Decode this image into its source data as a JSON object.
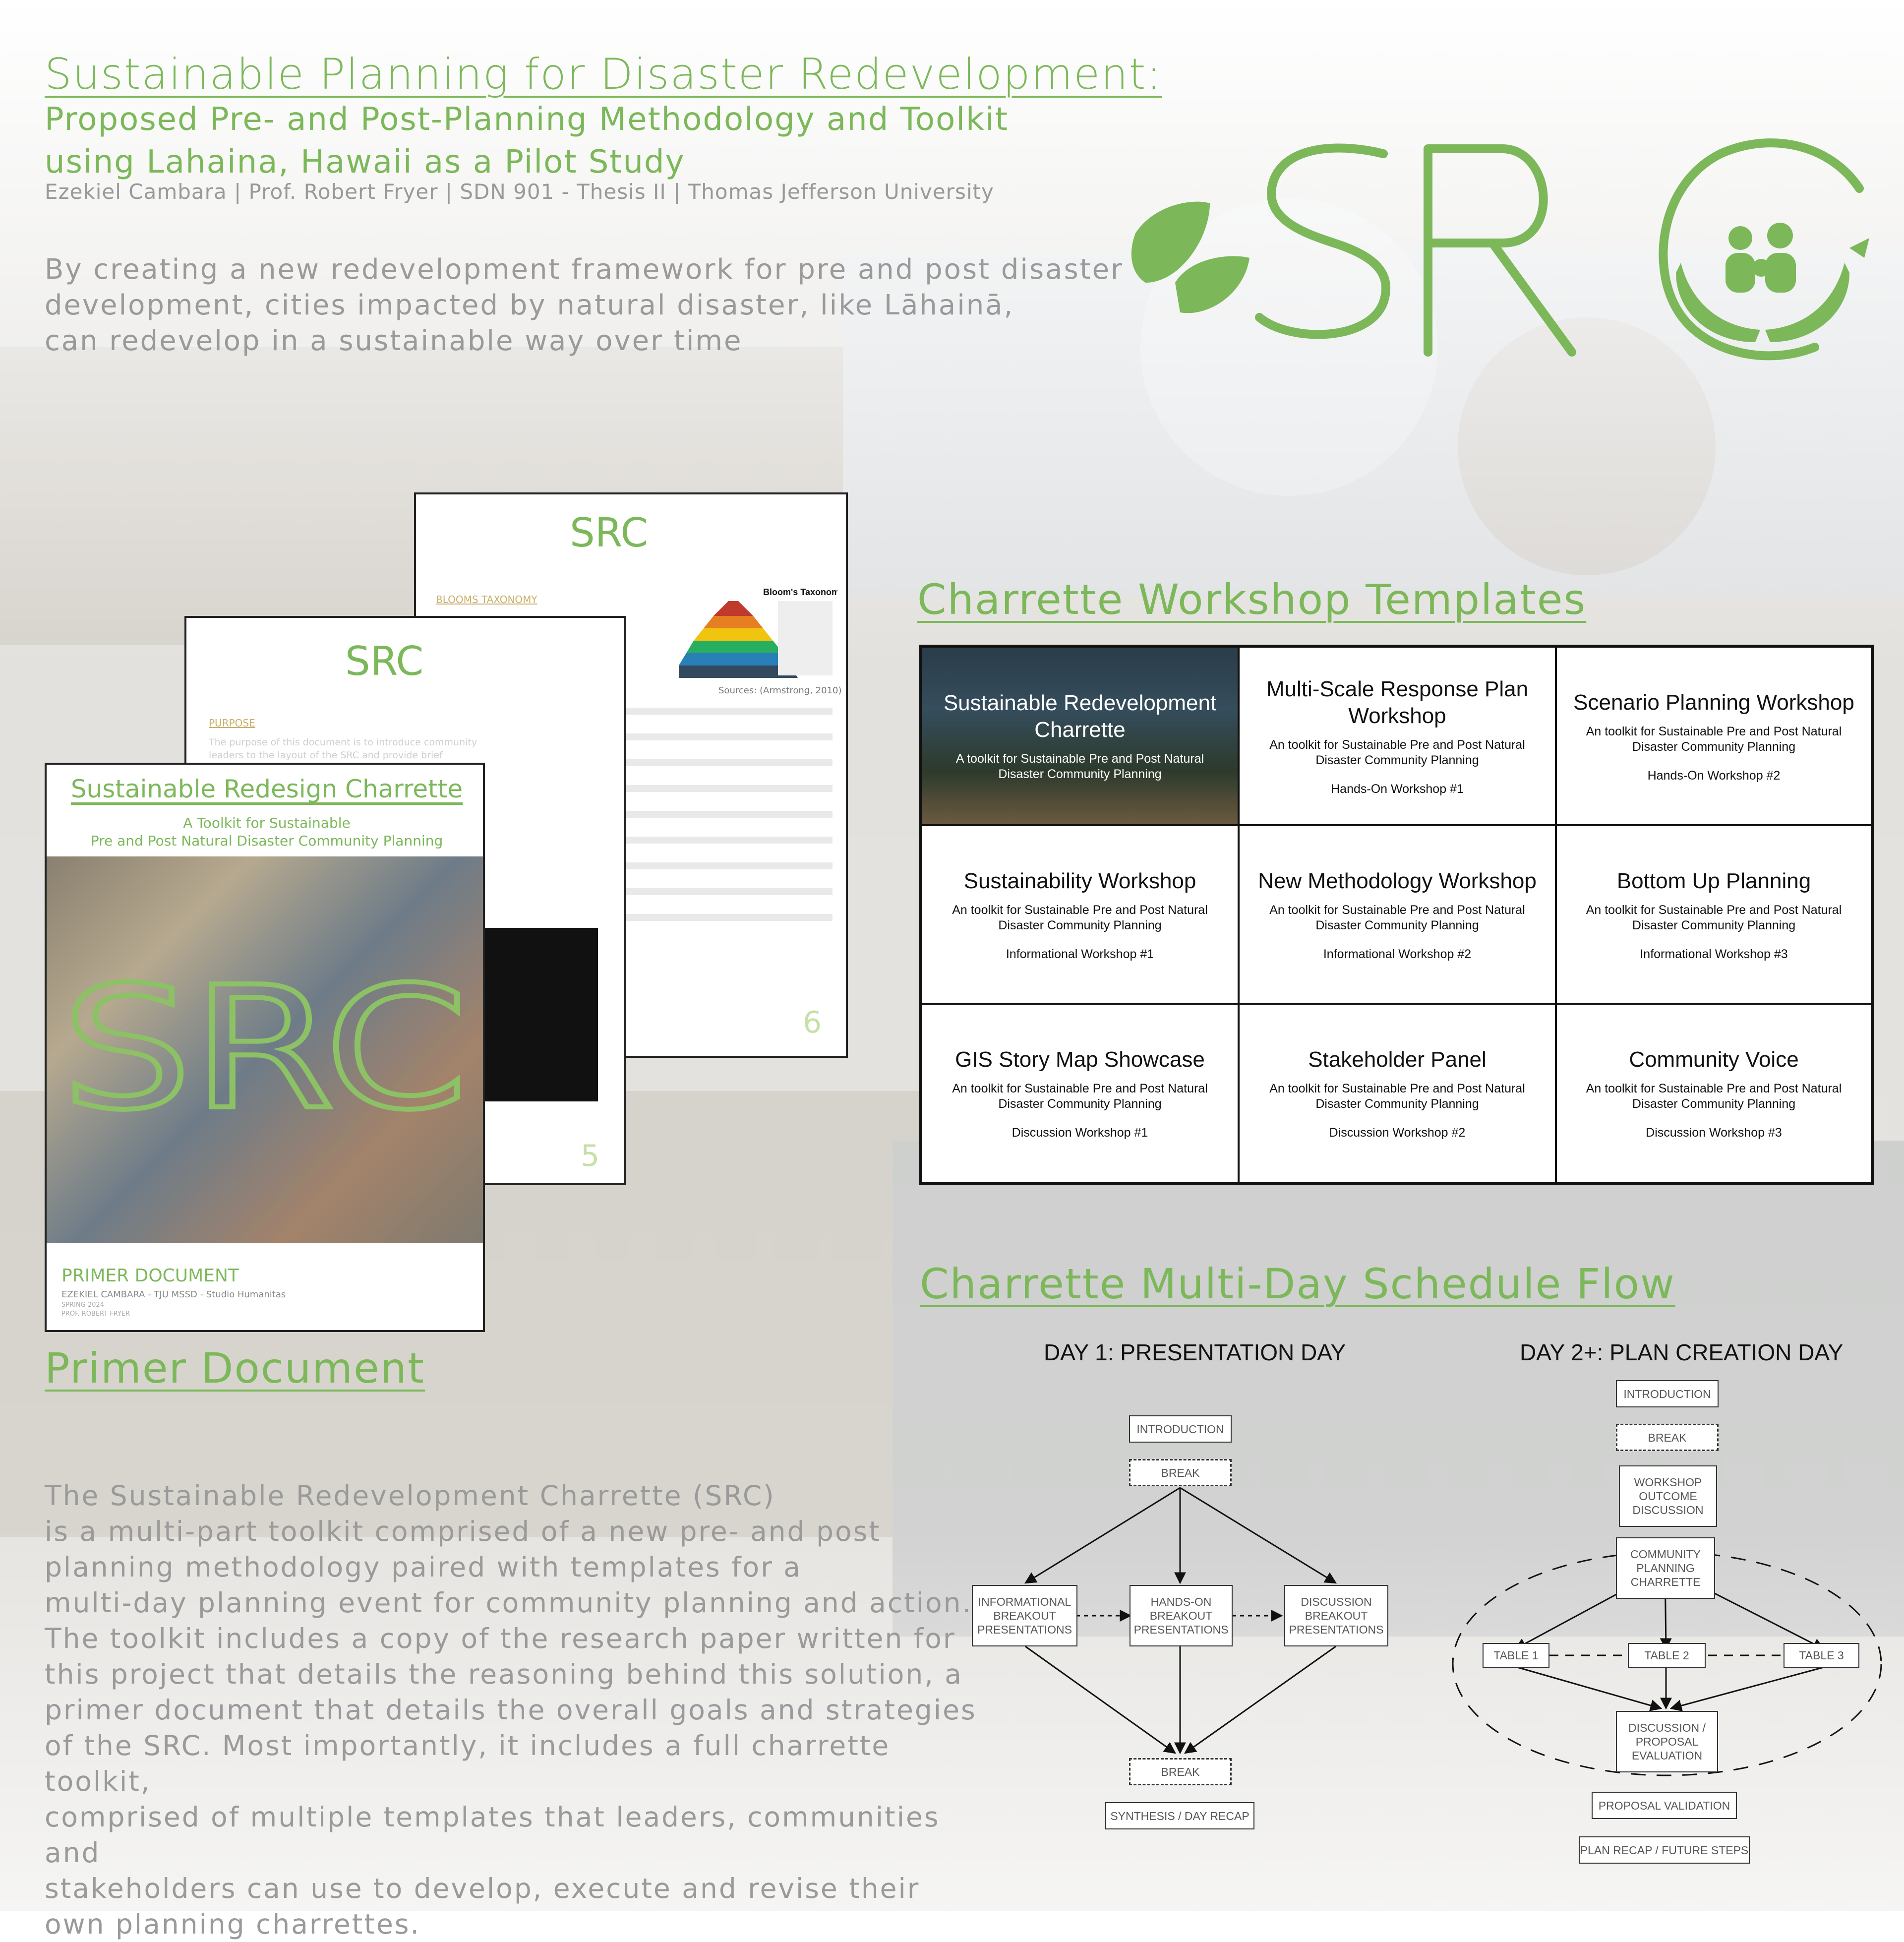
{
  "header": {
    "title": "Sustainable Planning for Disaster Redevelopment:",
    "subtitle_line1": "Proposed Pre- and Post-Planning Methodology and Toolkit",
    "subtitle_line2": "using Lahaina, Hawaii as a Pilot Study",
    "byline": "Ezekiel Cambara | Prof. Robert Fryer | SDN 901 - Thesis II | Thomas Jefferson University"
  },
  "intro": {
    "line1": "By creating a new redevelopment framework for pre and post disaster",
    "line2": "development, cities impacted by natural disaster, like Lāhainā,",
    "line3": "can redevelop in a sustainable way over time"
  },
  "logo": {
    "text": "SRC",
    "accent": "#7cb85a"
  },
  "templates": {
    "heading": "Charrette Workshop Templates",
    "cells": [
      {
        "title": "Sustainable Redevelopment Charrette",
        "sub": "A toolkit for Sustainable Pre and Post Natural Disaster Community Planning",
        "label": ""
      },
      {
        "title": "Multi-Scale Response Plan Workshop",
        "sub": "An toolkit for Sustainable Pre and Post Natural Disaster Community Planning",
        "label": "Hands-On Workshop #1"
      },
      {
        "title": "Scenario Planning Workshop",
        "sub": "An toolkit for Sustainable Pre and Post Natural Disaster Community Planning",
        "label": "Hands-On Workshop #2"
      },
      {
        "title": "Sustainability Workshop",
        "sub": "An toolkit for Sustainable Pre and Post Natural Disaster Community Planning",
        "label": "Informational Workshop #1"
      },
      {
        "title": "New Methodology Workshop",
        "sub": "An toolkit for Sustainable Pre and Post Natural Disaster Community Planning",
        "label": "Informational Workshop #2"
      },
      {
        "title": "Bottom Up Planning",
        "sub": "An toolkit for Sustainable Pre and Post Natural Disaster Community Planning",
        "label": "Informational Workshop #3"
      },
      {
        "title": "GIS Story Map Showcase",
        "sub": "An toolkit for Sustainable Pre and Post Natural Disaster Community Planning",
        "label": "Discussion Workshop #1"
      },
      {
        "title": "Stakeholder Panel",
        "sub": "An toolkit for Sustainable Pre and Post Natural Disaster Community Planning",
        "label": "Discussion Workshop #2"
      },
      {
        "title": "Community Voice",
        "sub": "An toolkit for Sustainable Pre and Post Natural Disaster Community Planning",
        "label": "Discussion Workshop #3"
      }
    ]
  },
  "documents": {
    "cover_title": "Sustainable Redesign Charrette",
    "cover_sub1": "A Toolkit for Sustainable",
    "cover_sub2": "Pre and Post Natural Disaster Community Planning",
    "cover_footer": "PRIMER DOCUMENT",
    "cover_author": "EZEKIEL CAMBARA - TJU MSSD - Studio Humanitas",
    "cover_term": "SPRING 2024",
    "cover_prof": "PROF. ROBERT FRYER",
    "page5_heading": "PURPOSE",
    "page5_text": "The purpose of this document is to introduce community leaders to the layout of the SRC and provide brief introductions to the schedules,",
    "page5_num": "5",
    "page6_heading": "BLOOMS TAXONOMY",
    "page6_chart_title": "Bloom's Taxonomy",
    "page6_source": "Sources: (Armstrong, 2010)",
    "page6_num": "6"
  },
  "primer": {
    "heading": "Primer Document",
    "desc": [
      "The Sustainable Redevelopment Charrette (SRC)",
      "is a multi-part toolkit comprised of a new pre- and post",
      "planning methodology paired with templates for a",
      "multi-day planning event for community planning and action.",
      "The toolkit includes a copy of the research paper written for",
      "this project that details the reasoning behind this solution, a",
      "primer document that details the overall goals and strategies",
      "of the SRC. Most importantly, it includes a full charrette toolkit,",
      "comprised of multiple templates that leaders, communities and",
      "stakeholders can use to develop, execute and revise their",
      "own planning charrettes."
    ]
  },
  "schedule": {
    "heading": "Charrette Multi-Day Schedule Flow",
    "day1": {
      "title": "DAY 1: PRESENTATION DAY",
      "intro": "INTRODUCTION",
      "break1": "BREAK",
      "left": "INFORMATIONAL BREAKOUT PRESENTATIONS",
      "mid": "HANDS-ON BREAKOUT PRESENTATIONS",
      "right": "DISCUSSION BREAKOUT PRESENTATIONS",
      "break2": "BREAK",
      "recap": "SYNTHESIS / DAY RECAP"
    },
    "day2": {
      "title": "DAY 2+: PLAN CREATION DAY",
      "intro": "INTRODUCTION",
      "break": "BREAK",
      "outcome": "WORKSHOP OUTCOME DISCUSSION",
      "charrette": "COMMUNITY PLANNING CHARRETTE",
      "t1": "TABLE 1",
      "t2": "TABLE 2",
      "t3": "TABLE 3",
      "eval": "DISCUSSION / PROPOSAL EVALUATION",
      "validation": "PROPOSAL VALIDATION",
      "recap": "PLAN RECAP / FUTURE STEPS"
    }
  }
}
